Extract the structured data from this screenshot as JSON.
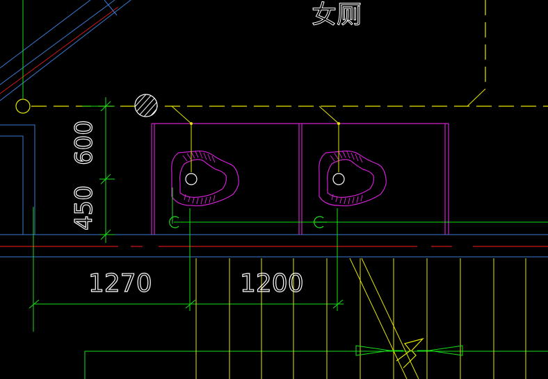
{
  "room_label": "女厕",
  "dimensions": {
    "vertical_upper": "600",
    "vertical_lower": "450",
    "horizontal_left": "1270",
    "horizontal_right": "1200"
  },
  "colors": {
    "background": "#000000",
    "wall": "#3a7bd5",
    "axis_red": "#d01818",
    "dimension": "#18e018",
    "leader": "#e8e800",
    "fixture": "#d020d0",
    "text": "#ffffff"
  }
}
